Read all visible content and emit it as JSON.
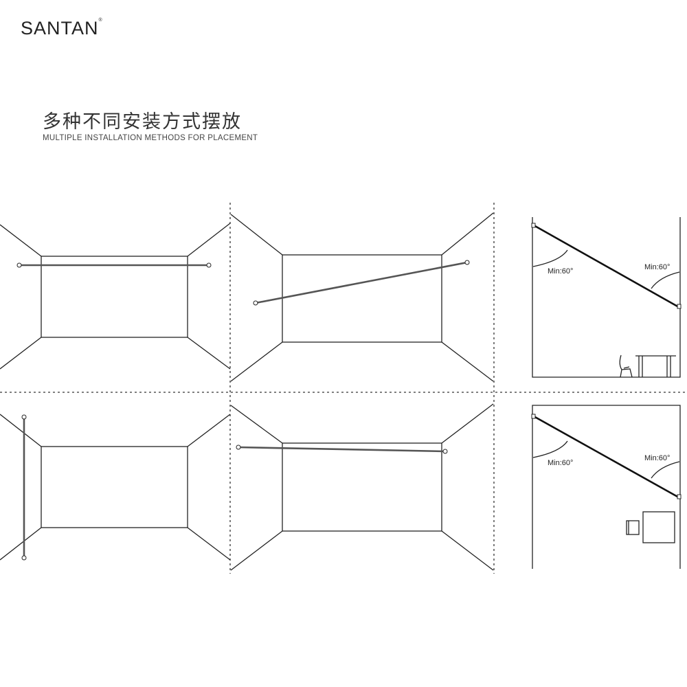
{
  "brand": {
    "name": "SANTAN",
    "mark": "®"
  },
  "heading": {
    "title": "多种不同安装方式摆放",
    "subtitle": "MULTIPLE INSTALLATION METHODS FOR PLACEMENT"
  },
  "diagrams": {
    "angle_label": "Min:60°"
  }
}
